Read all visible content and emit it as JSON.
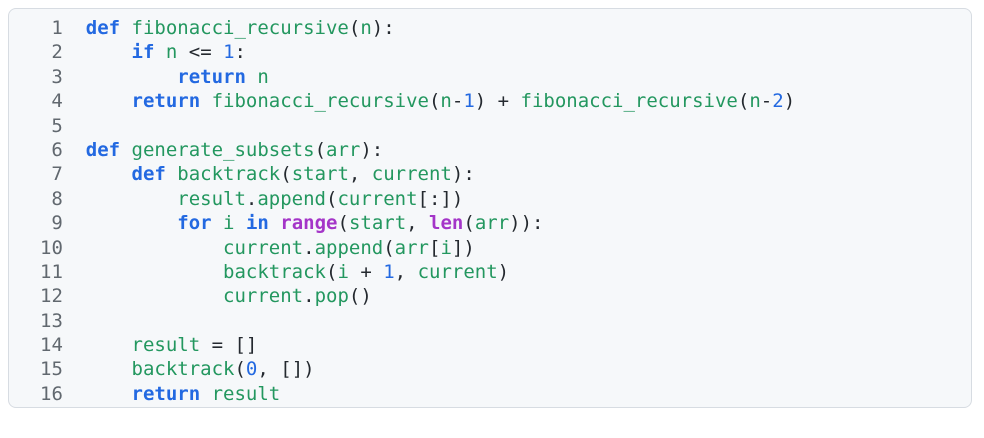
{
  "code_block": {
    "colors": {
      "card_background": "#f6f8fa",
      "card_border": "#d7dce2",
      "line_number": "#61686f",
      "keyword": "#2369e1",
      "builtin": "#a435c8",
      "name": "#23975f",
      "number": "#2369e1",
      "plain": "#24292f"
    },
    "lines": [
      {
        "number": "1",
        "tokens": [
          [
            "k",
            "def"
          ],
          [
            "p",
            " "
          ],
          [
            "n",
            "fibonacci_recursive"
          ],
          [
            "p",
            "("
          ],
          [
            "n",
            "n"
          ],
          [
            "p",
            "):"
          ]
        ]
      },
      {
        "number": "2",
        "tokens": [
          [
            "p",
            "    "
          ],
          [
            "k",
            "if"
          ],
          [
            "p",
            " "
          ],
          [
            "n",
            "n"
          ],
          [
            "p",
            " <= "
          ],
          [
            "m",
            "1"
          ],
          [
            "p",
            ":"
          ]
        ]
      },
      {
        "number": "3",
        "tokens": [
          [
            "p",
            "        "
          ],
          [
            "k",
            "return"
          ],
          [
            "p",
            " "
          ],
          [
            "n",
            "n"
          ]
        ]
      },
      {
        "number": "4",
        "tokens": [
          [
            "p",
            "    "
          ],
          [
            "k",
            "return"
          ],
          [
            "p",
            " "
          ],
          [
            "n",
            "fibonacci_recursive"
          ],
          [
            "p",
            "("
          ],
          [
            "n",
            "n"
          ],
          [
            "p",
            "-"
          ],
          [
            "m",
            "1"
          ],
          [
            "p",
            ") + "
          ],
          [
            "n",
            "fibonacci_recursive"
          ],
          [
            "p",
            "("
          ],
          [
            "n",
            "n"
          ],
          [
            "p",
            "-"
          ],
          [
            "m",
            "2"
          ],
          [
            "p",
            ")"
          ]
        ]
      },
      {
        "number": "5",
        "tokens": []
      },
      {
        "number": "6",
        "tokens": [
          [
            "k",
            "def"
          ],
          [
            "p",
            " "
          ],
          [
            "n",
            "generate_subsets"
          ],
          [
            "p",
            "("
          ],
          [
            "n",
            "arr"
          ],
          [
            "p",
            "):"
          ]
        ]
      },
      {
        "number": "7",
        "tokens": [
          [
            "p",
            "    "
          ],
          [
            "k",
            "def"
          ],
          [
            "p",
            " "
          ],
          [
            "n",
            "backtrack"
          ],
          [
            "p",
            "("
          ],
          [
            "n",
            "start"
          ],
          [
            "p",
            ", "
          ],
          [
            "n",
            "current"
          ],
          [
            "p",
            "):"
          ]
        ]
      },
      {
        "number": "8",
        "tokens": [
          [
            "p",
            "        "
          ],
          [
            "n",
            "result"
          ],
          [
            "p",
            "."
          ],
          [
            "n",
            "append"
          ],
          [
            "p",
            "("
          ],
          [
            "n",
            "current"
          ],
          [
            "p",
            "[:])"
          ]
        ]
      },
      {
        "number": "9",
        "tokens": [
          [
            "p",
            "        "
          ],
          [
            "k",
            "for"
          ],
          [
            "p",
            " "
          ],
          [
            "n",
            "i"
          ],
          [
            "p",
            " "
          ],
          [
            "k",
            "in"
          ],
          [
            "p",
            " "
          ],
          [
            "b",
            "range"
          ],
          [
            "p",
            "("
          ],
          [
            "n",
            "start"
          ],
          [
            "p",
            ", "
          ],
          [
            "b",
            "len"
          ],
          [
            "p",
            "("
          ],
          [
            "n",
            "arr"
          ],
          [
            "p",
            ")):"
          ]
        ]
      },
      {
        "number": "10",
        "tokens": [
          [
            "p",
            "            "
          ],
          [
            "n",
            "current"
          ],
          [
            "p",
            "."
          ],
          [
            "n",
            "append"
          ],
          [
            "p",
            "("
          ],
          [
            "n",
            "arr"
          ],
          [
            "p",
            "["
          ],
          [
            "n",
            "i"
          ],
          [
            "p",
            "])"
          ]
        ]
      },
      {
        "number": "11",
        "tokens": [
          [
            "p",
            "            "
          ],
          [
            "n",
            "backtrack"
          ],
          [
            "p",
            "("
          ],
          [
            "n",
            "i"
          ],
          [
            "p",
            " + "
          ],
          [
            "m",
            "1"
          ],
          [
            "p",
            ", "
          ],
          [
            "n",
            "current"
          ],
          [
            "p",
            ")"
          ]
        ]
      },
      {
        "number": "12",
        "tokens": [
          [
            "p",
            "            "
          ],
          [
            "n",
            "current"
          ],
          [
            "p",
            "."
          ],
          [
            "n",
            "pop"
          ],
          [
            "p",
            "()"
          ]
        ]
      },
      {
        "number": "13",
        "tokens": []
      },
      {
        "number": "14",
        "tokens": [
          [
            "p",
            "    "
          ],
          [
            "n",
            "result"
          ],
          [
            "p",
            " = []"
          ]
        ]
      },
      {
        "number": "15",
        "tokens": [
          [
            "p",
            "    "
          ],
          [
            "n",
            "backtrack"
          ],
          [
            "p",
            "("
          ],
          [
            "m",
            "0"
          ],
          [
            "p",
            ", [])"
          ]
        ]
      },
      {
        "number": "16",
        "tokens": [
          [
            "p",
            "    "
          ],
          [
            "k",
            "return"
          ],
          [
            "p",
            " "
          ],
          [
            "n",
            "result"
          ]
        ]
      }
    ]
  }
}
